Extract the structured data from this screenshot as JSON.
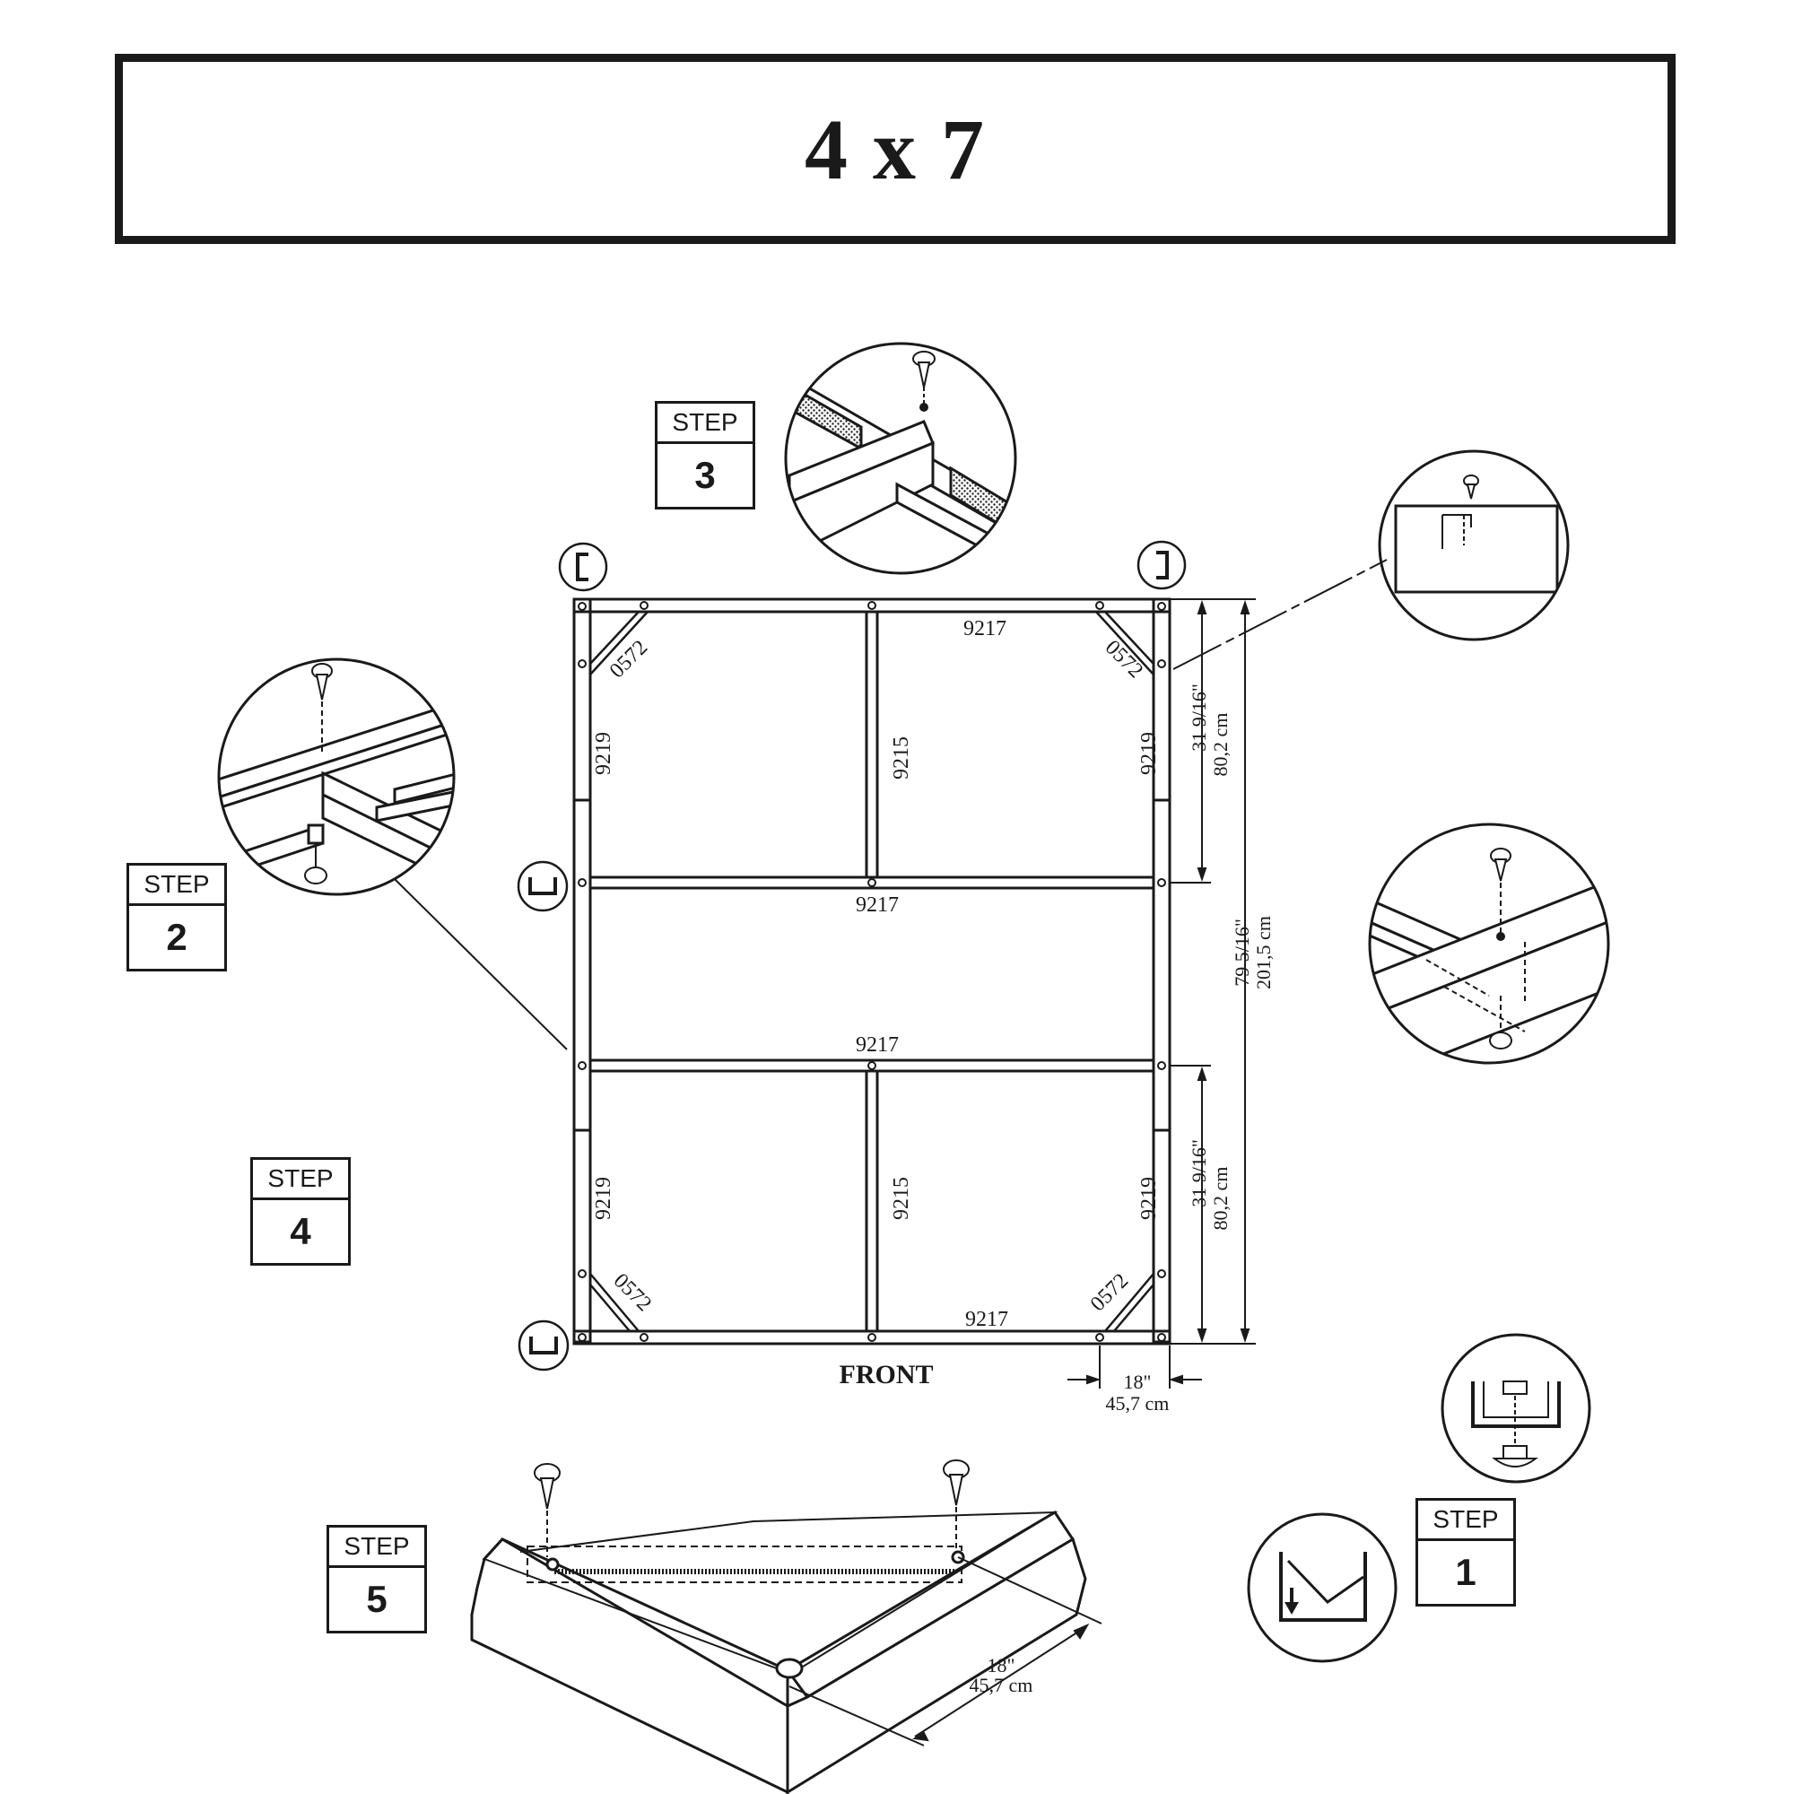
{
  "title": "4 x 7",
  "steps": [
    {
      "label": "STEP",
      "number": "1"
    },
    {
      "label": "STEP",
      "number": "2"
    },
    {
      "label": "STEP",
      "number": "3"
    },
    {
      "label": "STEP",
      "number": "4"
    },
    {
      "label": "STEP",
      "number": "5"
    }
  ],
  "parts": {
    "side_rail": "9219",
    "cross_rail": "9217",
    "center_rail": "9215",
    "corner_brace": "0572"
  },
  "dimensions": {
    "section_in": "31  9/16\"",
    "section_cm": "80,2  cm",
    "total_in": "79  5/16\"",
    "total_cm": "201,5  cm",
    "offset_in": "18\"",
    "offset_cm": "45,7  cm"
  },
  "front_label": "FRONT"
}
